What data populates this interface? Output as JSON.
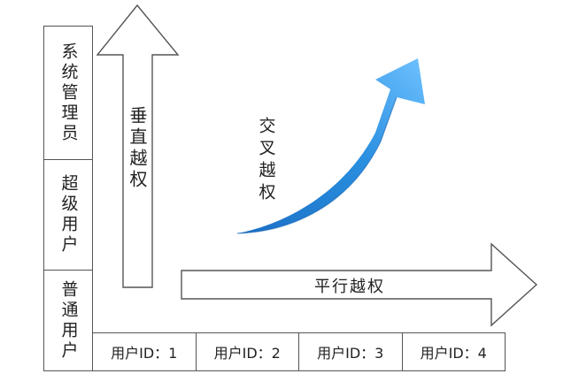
{
  "roles": [
    {
      "label": "系统管理员"
    },
    {
      "label": "超级用户"
    },
    {
      "label": "普通用户"
    }
  ],
  "user_ids": [
    {
      "label": "用户ID：1"
    },
    {
      "label": "用户ID：2"
    },
    {
      "label": "用户ID：3"
    },
    {
      "label": "用户ID：4"
    }
  ],
  "arrows": {
    "vertical_label": "垂直越权",
    "horizontal_label": "平行越权",
    "cross_label": "交叉越权"
  },
  "colors": {
    "outline": "#555555",
    "cross_arrow": "#2a8fe0",
    "cross_arrow_light": "#6ec1ff"
  }
}
